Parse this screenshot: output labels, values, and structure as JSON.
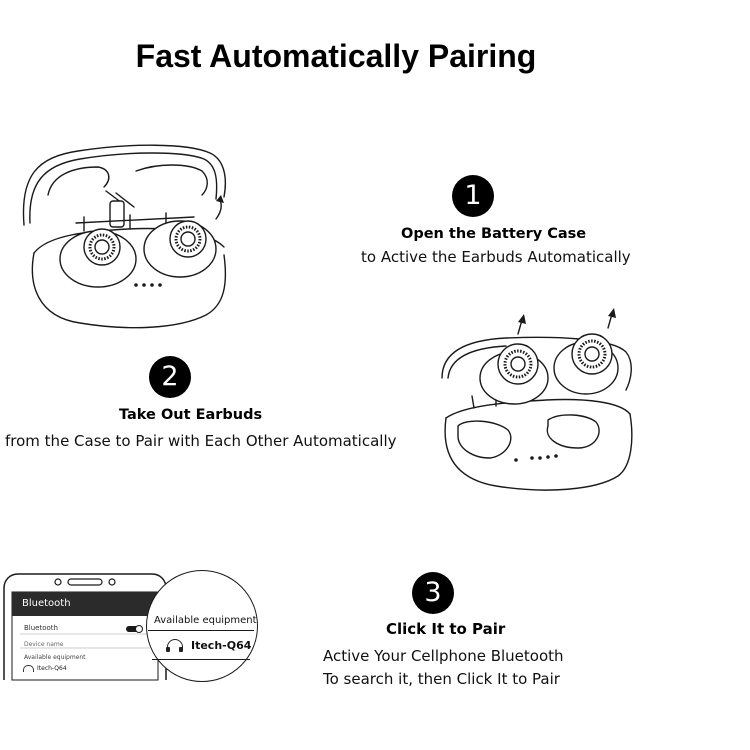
{
  "title": "Fast Automatically Pairing",
  "steps": [
    {
      "number": "1",
      "heading": "Open the Battery Case",
      "lines": [
        "to Active the Earbuds Automatically"
      ]
    },
    {
      "number": "2",
      "heading": "Take Out Earbuds",
      "lines": [
        "from the Case to Pair with Each Other Automatically"
      ]
    },
    {
      "number": "3",
      "heading": "Click It to Pair",
      "lines": [
        "Active Your Cellphone Bluetooth",
        "To search it, then Click It to  Pair"
      ]
    }
  ],
  "phone": {
    "header": "Bluetooth",
    "row_bluetooth": "Bluetooth",
    "row_device_name": "Device name",
    "row_available": "Available equipment",
    "row_device": "Itech-Q64"
  },
  "zoom": {
    "label": "Available equipment",
    "device": "Itech-Q64"
  }
}
